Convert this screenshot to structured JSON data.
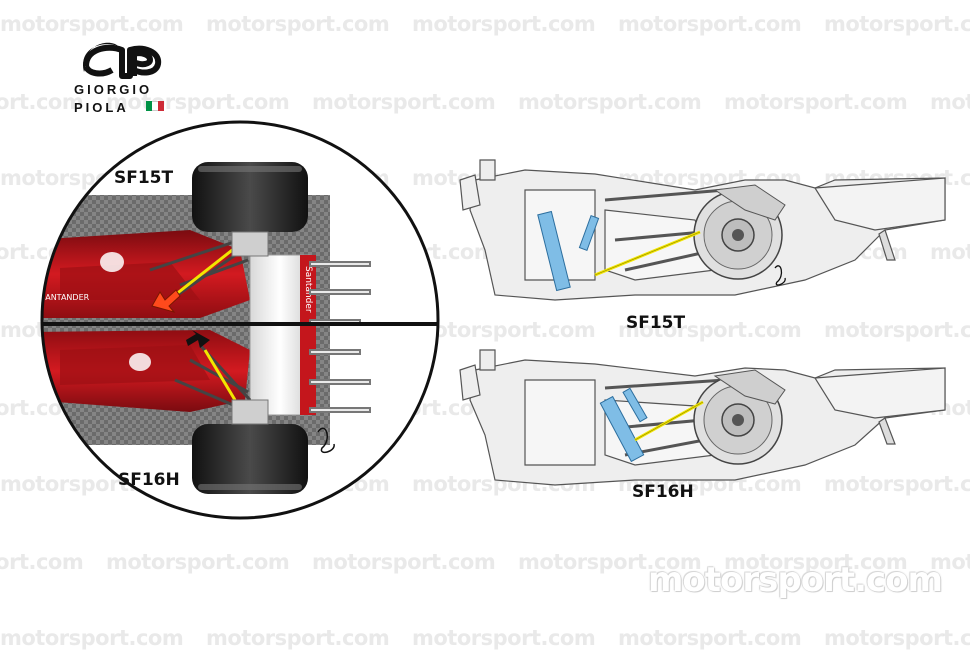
{
  "logo": {
    "line1": "GIORGIO",
    "line2": "PIOLA",
    "flag_colors": [
      "#009246",
      "#ffffff",
      "#ce2b37"
    ]
  },
  "labels": {
    "top_view_upper": "SF15T",
    "top_view_lower": "SF16H",
    "side_view_upper": "SF15T",
    "side_view_lower": "SF16H"
  },
  "watermark": "motorsport.com",
  "brand_mark": "motorsport.com",
  "colors": {
    "ferrari_red": "#c4161c",
    "pushrod_yellow": "#f2e600",
    "damper_blue": "#7fbde6",
    "arrow_orange": "#ff4a1c",
    "tyre_black": "#1a1a1a"
  }
}
